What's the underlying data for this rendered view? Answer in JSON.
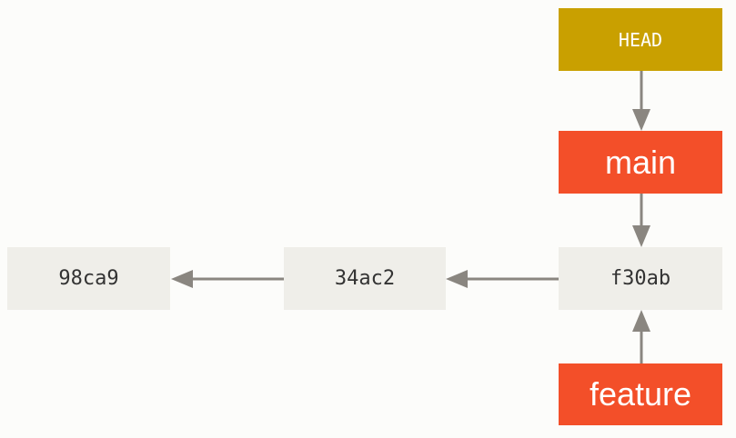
{
  "diagram": {
    "commits": [
      {
        "id": "98ca9",
        "label": "98ca9"
      },
      {
        "id": "34ac2",
        "label": "34ac2"
      },
      {
        "id": "f30ab",
        "label": "f30ab"
      }
    ],
    "refs": {
      "head": {
        "label": "HEAD"
      },
      "main": {
        "label": "main"
      },
      "feature": {
        "label": "feature"
      }
    },
    "edges": [
      {
        "from": "f30ab",
        "to": "34ac2"
      },
      {
        "from": "34ac2",
        "to": "98ca9"
      },
      {
        "from": "HEAD",
        "to": "main"
      },
      {
        "from": "main",
        "to": "f30ab"
      },
      {
        "from": "feature",
        "to": "f30ab"
      }
    ]
  },
  "colors": {
    "commit_fill": "#efeee9",
    "head_fill": "#c9a000",
    "branch_fill": "#f34f29",
    "arrow": "#8a8680",
    "background": "#fcfcfa"
  }
}
